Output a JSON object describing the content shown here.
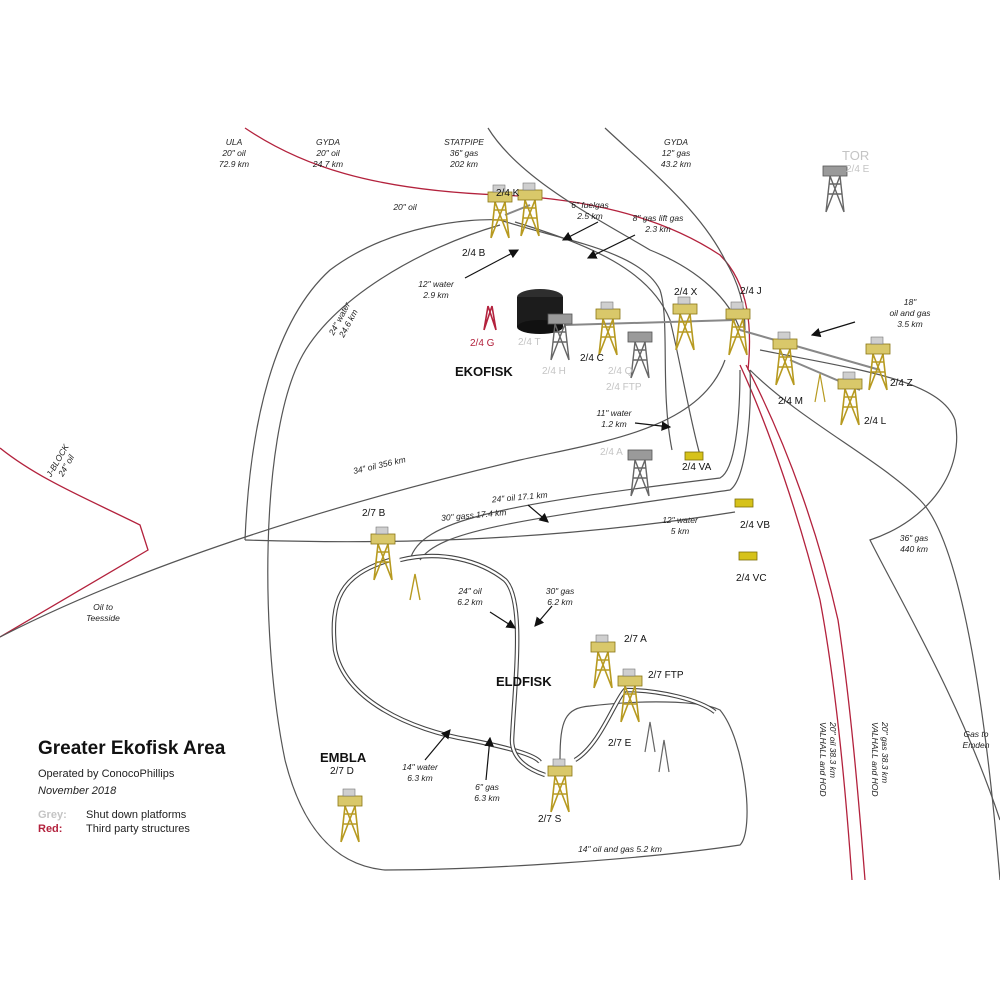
{
  "title": "Greater Ekofisk Area",
  "operator": "Operated by ConocoPhillips",
  "date": "November 2018",
  "legend": {
    "grey_key": "Grey:",
    "grey_text": "Shut down platforms",
    "red_key": "Red:",
    "red_text": "Third party structures"
  },
  "colors": {
    "pipeline": "#555555",
    "third_party": "#b3223d",
    "shut_down": "#c4c4c4",
    "platform": "#c9b23a"
  },
  "fields": {
    "ekofisk": "EKOFISK",
    "eldfisk": "ELDFISK",
    "embla": "EMBLA",
    "tor": "TOR"
  },
  "platforms": {
    "k": "2/4 K",
    "b": "2/4 B",
    "g": "2/4 G",
    "t": "2/4 T",
    "h": "2/4 H",
    "c": "2/4 C",
    "q": "2/4 Q",
    "ftp": "2/4 FTP",
    "x": "2/4 X",
    "j": "2/4 J",
    "m": "2/4 M",
    "z": "2/4 Z",
    "l": "2/4 L",
    "a": "2/4 A",
    "va": "2/4 VA",
    "vb": "2/4 VB",
    "vc": "2/4 VC",
    "b27": "2/7 B",
    "a27": "2/7 A",
    "ftp27": "2/7 FTP",
    "e27": "2/7 E",
    "s27": "2/7 S",
    "d27": "2/7 D",
    "tor_e": "2/4 E"
  },
  "pipes": {
    "ula": [
      "ULA",
      "20\" oil",
      "72.9 km"
    ],
    "gyda1": [
      "GYDA",
      "20\" oil",
      "24.7 km"
    ],
    "statpipe": [
      "STATPIPE",
      "36\" gas",
      "202 km"
    ],
    "gyda2": [
      "GYDA",
      "12\" gas",
      "43.2 km"
    ],
    "oil20": "20\" oil",
    "fuelgas": [
      "6\" fuelgas",
      "2.5 km"
    ],
    "gaslift": [
      "8\" gas lift gas",
      "2.3 km"
    ],
    "water12": [
      "12\" water",
      "2.9 km"
    ],
    "water24": [
      "24\" water",
      "24.6 km"
    ],
    "og18": [
      "18\"",
      "oil and gas",
      "3.5 km"
    ],
    "water11": [
      "11\" water",
      "1.2 km"
    ],
    "oil34": "34\" oil 356 km",
    "jblock": [
      "J-BLOCK",
      "24\" oil"
    ],
    "oil24a": "24\" oil 17.1 km",
    "gas30a": "30\" gass 17.4 km",
    "water12b": [
      "12\" water",
      "5 km"
    ],
    "gas36": [
      "36\" gas",
      "440 km"
    ],
    "teesside": [
      "Oil to",
      "Teesside"
    ],
    "oil24b": [
      "24\" oil",
      "6.2 km"
    ],
    "gas30b": [
      "30\" gas",
      "6.2 km"
    ],
    "water14": [
      "14\" water",
      "6.3 km"
    ],
    "gas6": [
      "6\" gas",
      "6.3 km"
    ],
    "og14": "14\" oil and gas 5.2 km",
    "valhall1": "VALHALL and HOD",
    "valhall1b": "20\" oil 38.3 km",
    "valhall2": "VALHALL and HOD",
    "valhall2b": "20\" gas 38.3 km",
    "emden": [
      "Gas to",
      "Emden"
    ]
  }
}
